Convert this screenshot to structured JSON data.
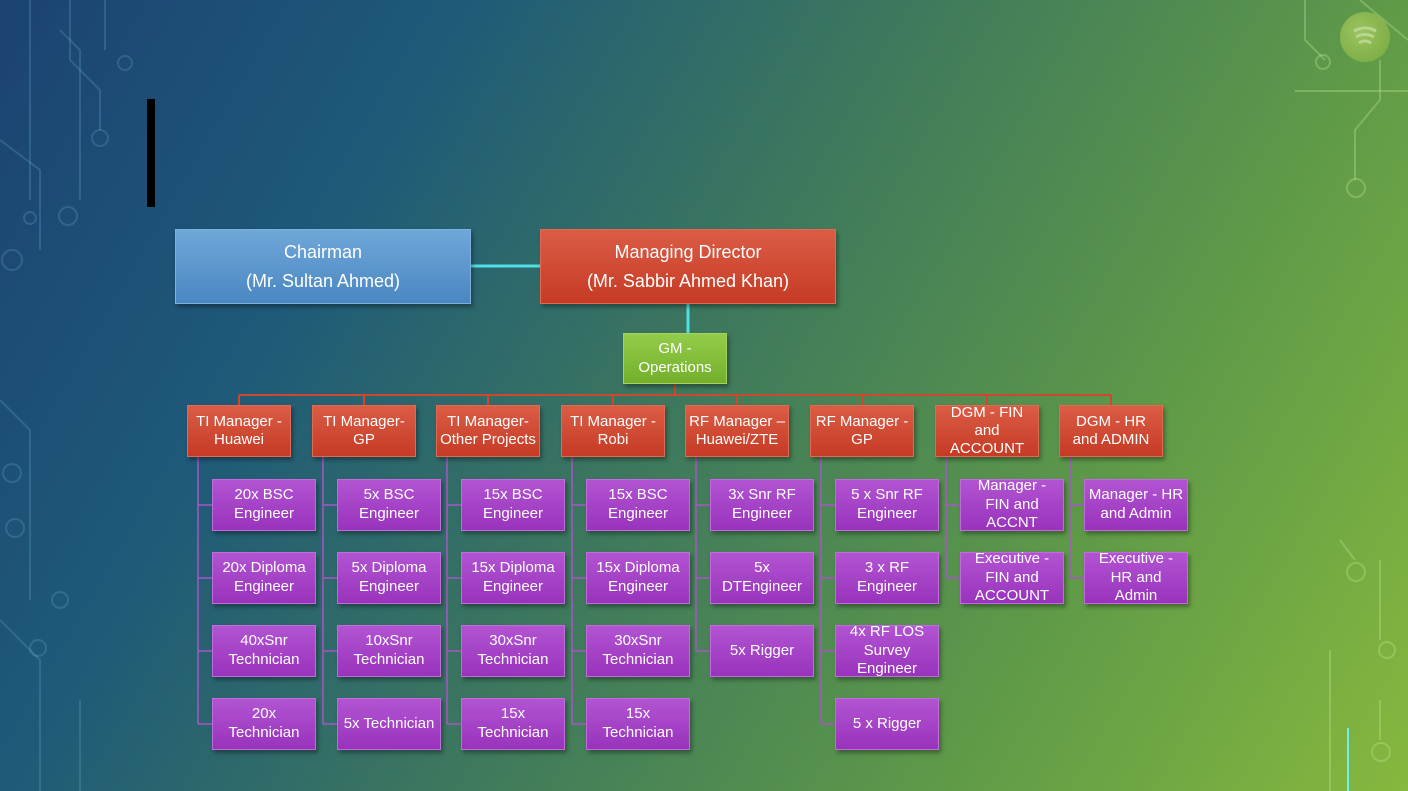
{
  "colors": {
    "executive": "#4a87c1",
    "manager": "#c63b25",
    "operations": "#74b02c",
    "staff": "#9933bc",
    "connector_top": "#4fe0e6",
    "connector_branch": "#d0472f",
    "connector_staff": "#a855c8"
  },
  "chairman": {
    "title": "Chairman",
    "name": "(Mr. Sultan Ahmed)"
  },
  "managing_director": {
    "title": "Managing Director",
    "name": "(Mr. Sabbir Ahmed Khan)"
  },
  "gm": {
    "label": "GM - Operations"
  },
  "departments": [
    {
      "label": "TI Manager - Huawei",
      "staff": [
        "20x BSC Engineer",
        "20x Diploma Engineer",
        "40xSnr Technician",
        "20x Technician"
      ]
    },
    {
      "label": "TI Manager- GP",
      "staff": [
        "5x BSC Engineer",
        "5x Diploma Engineer",
        "10xSnr Technician",
        "5x Technician"
      ]
    },
    {
      "label": "TI Manager- Other Projects",
      "staff": [
        "15x BSC Engineer",
        "15x Diploma Engineer",
        "30xSnr Technician",
        "15x Technician"
      ]
    },
    {
      "label": "TI Manager - Robi",
      "staff": [
        "15x BSC Engineer",
        "15x Diploma Engineer",
        "30xSnr Technician",
        "15x Technician"
      ]
    },
    {
      "label": "RF Manager – Huawei/ZTE",
      "staff": [
        "3x Snr RF Engineer",
        "5x DTEngineer",
        "5x Rigger"
      ]
    },
    {
      "label": "RF Manager - GP",
      "staff": [
        "5 x Snr RF Engineer",
        "3 x RF Engineer",
        "4x RF LOS Survey Engineer",
        "5 x Rigger"
      ]
    },
    {
      "label": "DGM - FIN and ACCOUNT",
      "staff": [
        "Manager - FIN and ACCNT",
        "Executive - FIN and ACCOUNT"
      ]
    },
    {
      "label": "DGM - HR and ADMIN",
      "staff": [
        "Manager - HR and Admin",
        "Executive - HR and Admin"
      ]
    }
  ]
}
